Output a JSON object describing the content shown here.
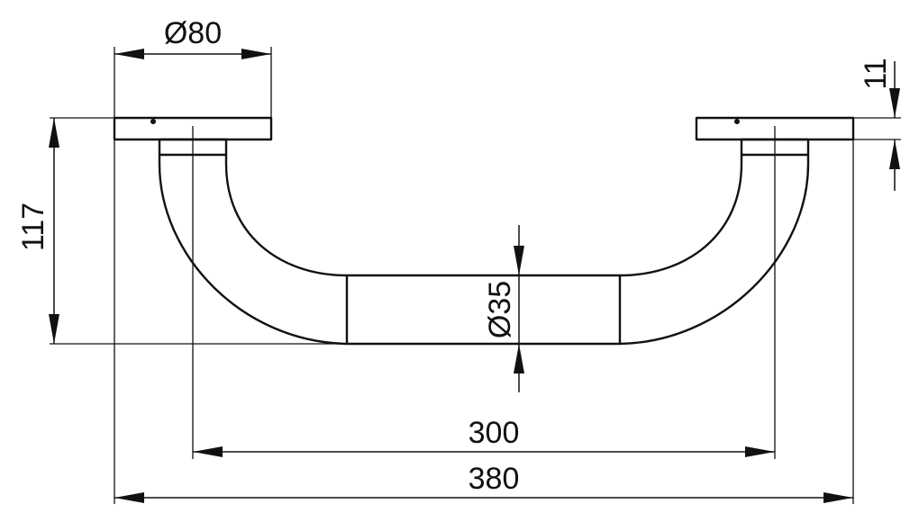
{
  "dimensions": {
    "flange_diameter": "Ø80",
    "tube_diameter": "Ø35",
    "flange_thickness": "11",
    "height": "117",
    "inner_centers": "300",
    "overall_length": "380"
  },
  "colors": {
    "line": "#111111",
    "background": "#ffffff"
  }
}
